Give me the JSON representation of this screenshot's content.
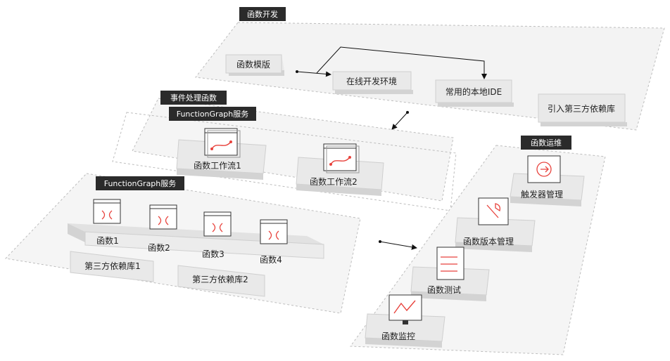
{
  "sections": {
    "dev": "函数开发",
    "event": "事件处理函数",
    "fg_top": "FunctionGraph服务",
    "fg_bottom": "FunctionGraph服务",
    "ops": "函数运维"
  },
  "dev_blocks": {
    "template": "函数模版",
    "online_env": "在线开发环境",
    "local_ide": "常用的本地IDE",
    "third_party": "引入第三方依赖库"
  },
  "workflows": [
    "函数工作流1",
    "函数工作流2"
  ],
  "functions": [
    "函数1",
    "函数2",
    "函数3",
    "函数4"
  ],
  "libs": [
    "第三方依赖库1",
    "第三方依赖库2"
  ],
  "ops_blocks": {
    "trigger": "触发器管理",
    "version": "函数版本管理",
    "test": "函数测试",
    "monitor": "函数监控"
  },
  "colors": {
    "tag_bg": "#2b2b2b",
    "accent": "#e8423c",
    "platform": "#f3f3f3",
    "block_top": "#e9e9e9",
    "block_side": "#cfcfcf",
    "dashed": "#bdbdbd"
  }
}
